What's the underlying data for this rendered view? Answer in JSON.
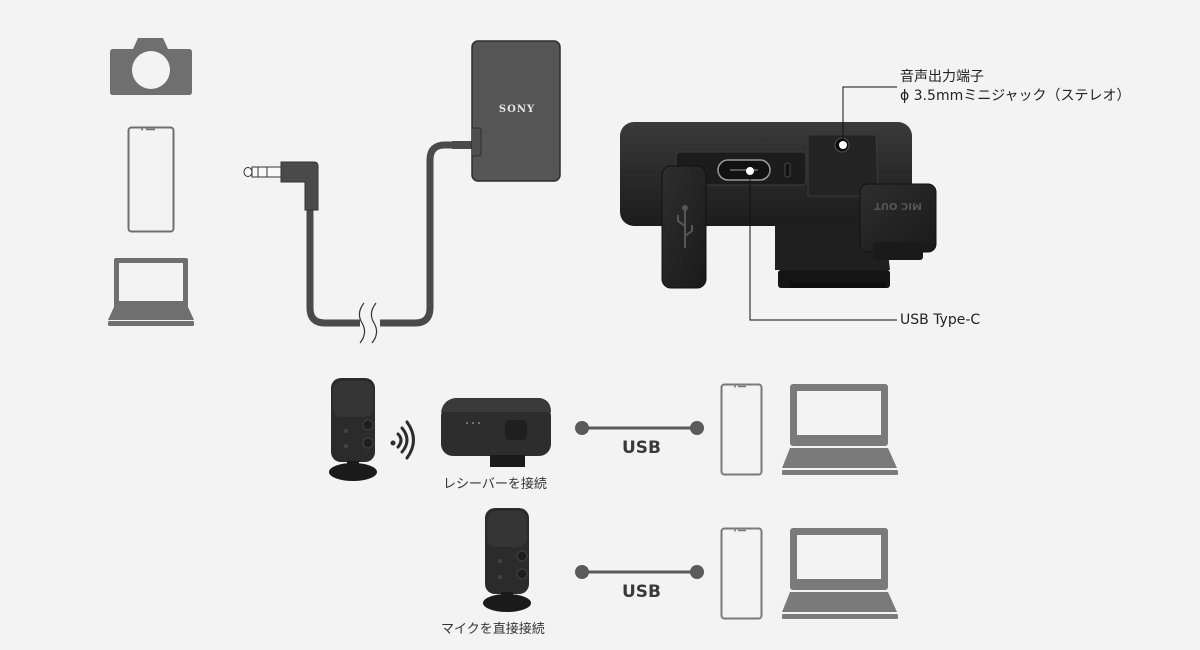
{
  "top_diagram": {
    "devices_left": [
      {
        "name": "camera",
        "icon": "camera-icon"
      },
      {
        "name": "smartphone",
        "icon": "smartphone-icon"
      },
      {
        "name": "laptop",
        "icon": "laptop-icon"
      }
    ],
    "receiver_brand": "SONY",
    "callouts": {
      "audio_out_line1": "音声出力端子",
      "audio_out_line2": "ϕ  3.5mmミニジャック（ステレオ）",
      "usb_port": "USB Type-C"
    },
    "receiver_cap_text": "MIC OUT"
  },
  "bottom_diagram": {
    "rows": [
      {
        "caption": "レシーバーを接続",
        "connection_label": "USB"
      },
      {
        "caption": "マイクを直接接続",
        "connection_label": "USB"
      }
    ]
  },
  "colors": {
    "background": "#f3f3f3",
    "icon_gray": "#6f6f6f",
    "device_dark": "#2b2b2b",
    "cable": "#4a4a4a"
  }
}
